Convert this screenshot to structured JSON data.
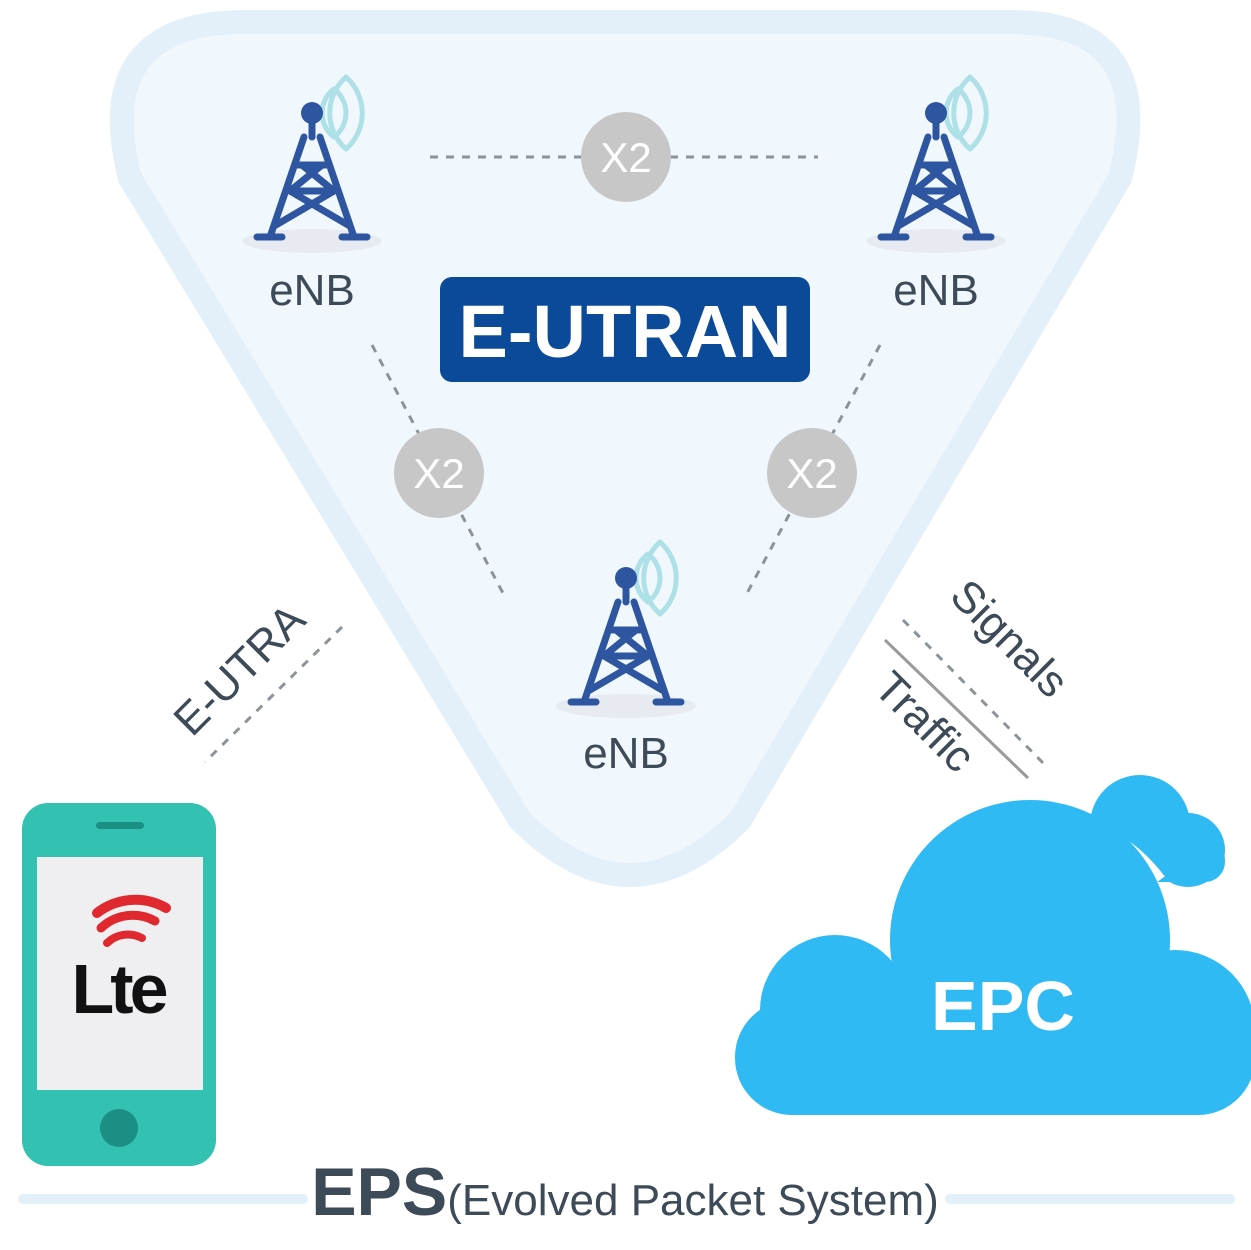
{
  "labels": {
    "enb_left": "eNB",
    "enb_right": "eNB",
    "enb_bottom": "eNB",
    "eutran": "E-UTRAN",
    "x2_top": "X2",
    "x2_left": "X2",
    "x2_right": "X2",
    "eutra": "E-UTRA",
    "signals": "Signals",
    "traffic": "Traffic",
    "epc": "EPC",
    "eps_short": "EPS",
    "eps_full": "(Evolved Packet System)",
    "lte_logo": "Lte"
  },
  "colors": {
    "triangle_fill": "#f1f8fd",
    "triangle_stroke": "#e3f0f9",
    "tower": "#2e56a0",
    "tower_waves": "#aee0e8",
    "eutran_badge": "#0b4a99",
    "x2_circle": "#c7c7c7",
    "cloud": "#2fbaf4",
    "phone": "#33c1b1",
    "lte_red": "#e0292f",
    "text_dark": "#3d4a57"
  },
  "icons": [
    "cell-tower-icon",
    "cloud-icon",
    "smartphone-icon",
    "lte-logo-icon"
  ]
}
